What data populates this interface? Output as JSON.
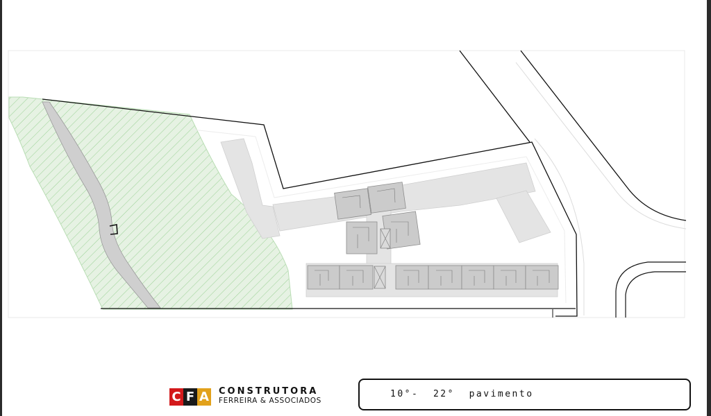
{
  "logo": {
    "letter_c": "C",
    "letter_f": "F",
    "letter_a": "A",
    "line1": "CONSTRUTORA",
    "line2": "FERREIRA & ASSOCIADOS",
    "colors": {
      "c": "#d3191b",
      "f": "#1a1a1a",
      "a": "#e2a11b"
    }
  },
  "title_block": {
    "text": "10°-  22°  pavimento"
  },
  "plan": {
    "colors": {
      "green_area": "#e3f0df",
      "hatch": "#9fd39a",
      "building": "#dedede",
      "units": "#cfcfcf",
      "lines": "#111111"
    }
  }
}
